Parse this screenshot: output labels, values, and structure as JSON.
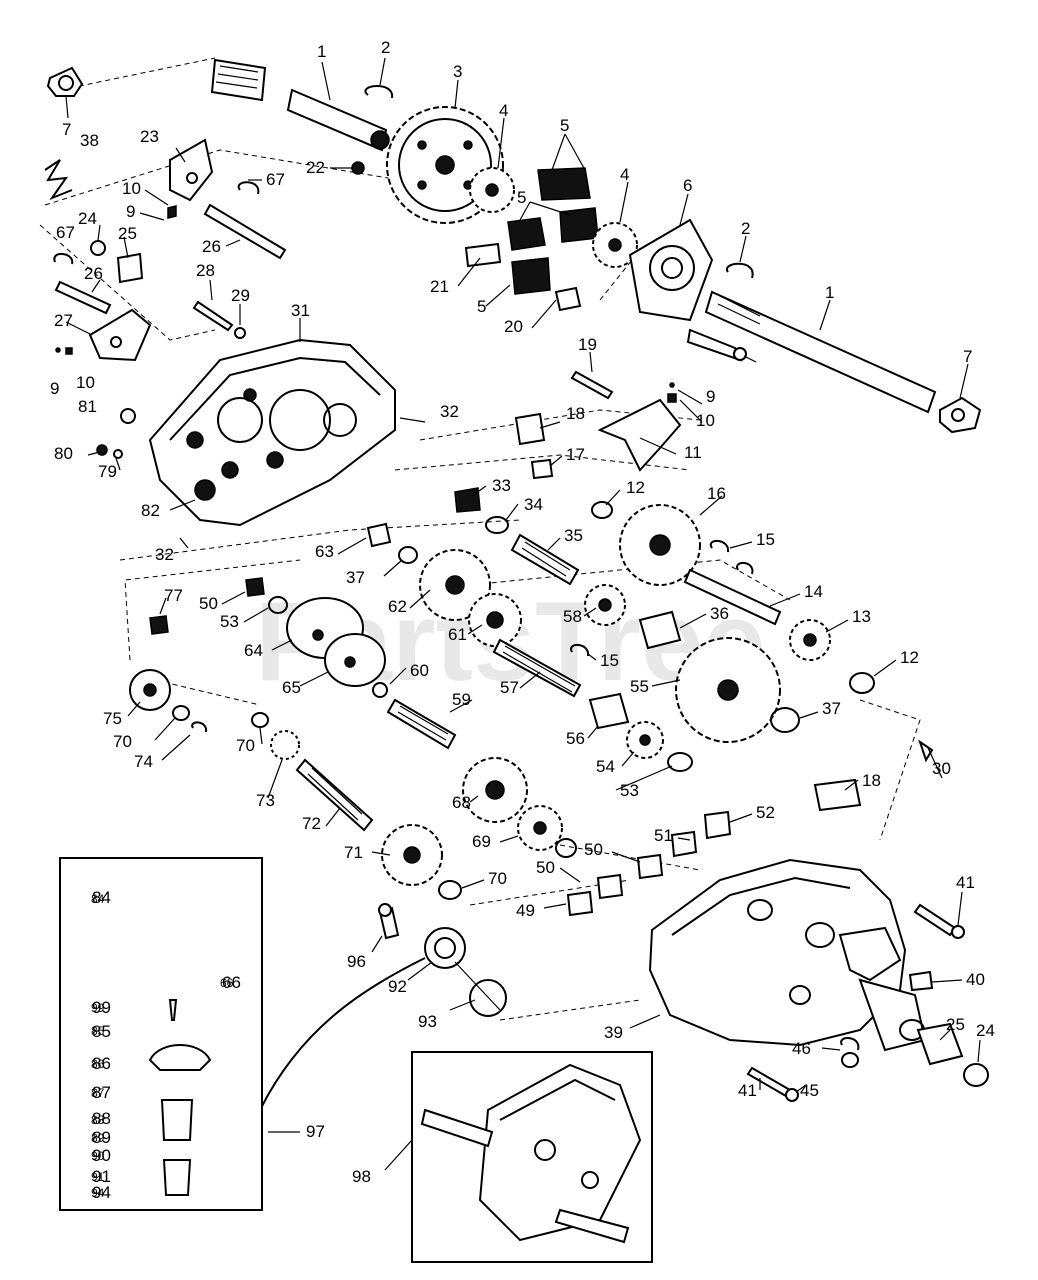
{
  "watermark": "PartsTree",
  "callouts": [
    "1",
    "2",
    "3",
    "4",
    "5",
    "5",
    "4",
    "6",
    "2",
    "1",
    "7",
    "7",
    "38",
    "23",
    "22",
    "67",
    "10",
    "9",
    "24",
    "67",
    "25",
    "26",
    "26",
    "21",
    "5",
    "20",
    "28",
    "29",
    "31",
    "27",
    "9",
    "10",
    "81",
    "80",
    "79",
    "82",
    "32",
    "19",
    "9",
    "10",
    "18",
    "11",
    "17",
    "32",
    "33",
    "34",
    "12",
    "16",
    "63",
    "35",
    "15",
    "37",
    "14",
    "50",
    "62",
    "58",
    "53",
    "77",
    "64",
    "61",
    "36",
    "13",
    "15",
    "65",
    "57",
    "60",
    "55",
    "12",
    "75",
    "70",
    "59",
    "74",
    "56",
    "37",
    "70",
    "54",
    "73",
    "53",
    "30",
    "18",
    "68",
    "52",
    "72",
    "69",
    "51",
    "71",
    "50",
    "50",
    "70",
    "49",
    "41",
    "84",
    "66",
    "96",
    "40",
    "99",
    "85",
    "92",
    "93",
    "39",
    "86",
    "25",
    "24",
    "46",
    "87",
    "45",
    "41",
    "88",
    "89",
    "97",
    "90",
    "91",
    "94",
    "98"
  ],
  "inset_callouts": [
    "84",
    "66",
    "99",
    "85",
    "86",
    "87",
    "88",
    "89",
    "90",
    "91",
    "94"
  ]
}
